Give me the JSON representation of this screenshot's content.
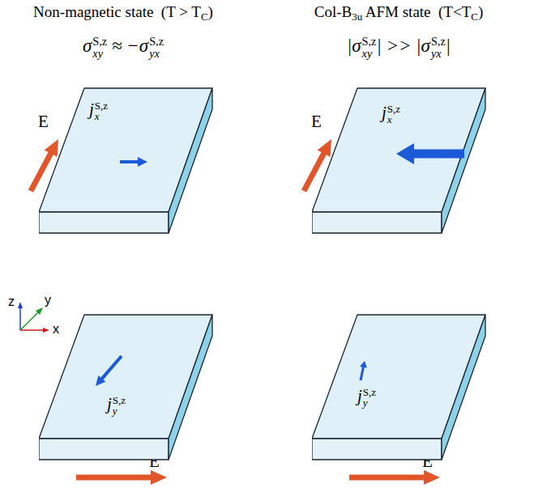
{
  "diagram": {
    "nodes": [
      {
        "text": [
          "j",
          "S,z",
          "x"
        ]
      },
      {
        "text": [
          "j",
          "S,z",
          "x"
        ]
      },
      {
        "text": [
          "j",
          "S,z",
          "y"
        ]
      },
      {
        "text": [
          "j",
          "S,z",
          "y"
        ]
      }
    ],
    "labels": [
      "Non-magnetic state  (T > T",
      "C",
      ")",
      "Col-B",
      "3u",
      " AFM state  (T<T",
      "C",
      ")",
      "σ",
      "S,z",
      "xy",
      " ≈ −σ",
      "S,z",
      "yx",
      "|σ",
      "S,z",
      "xy",
      "| >> |σ",
      "S,z",
      "yx",
      "|",
      "E",
      "E",
      "E",
      "E",
      "z",
      "y",
      "x"
    ]
  }
}
